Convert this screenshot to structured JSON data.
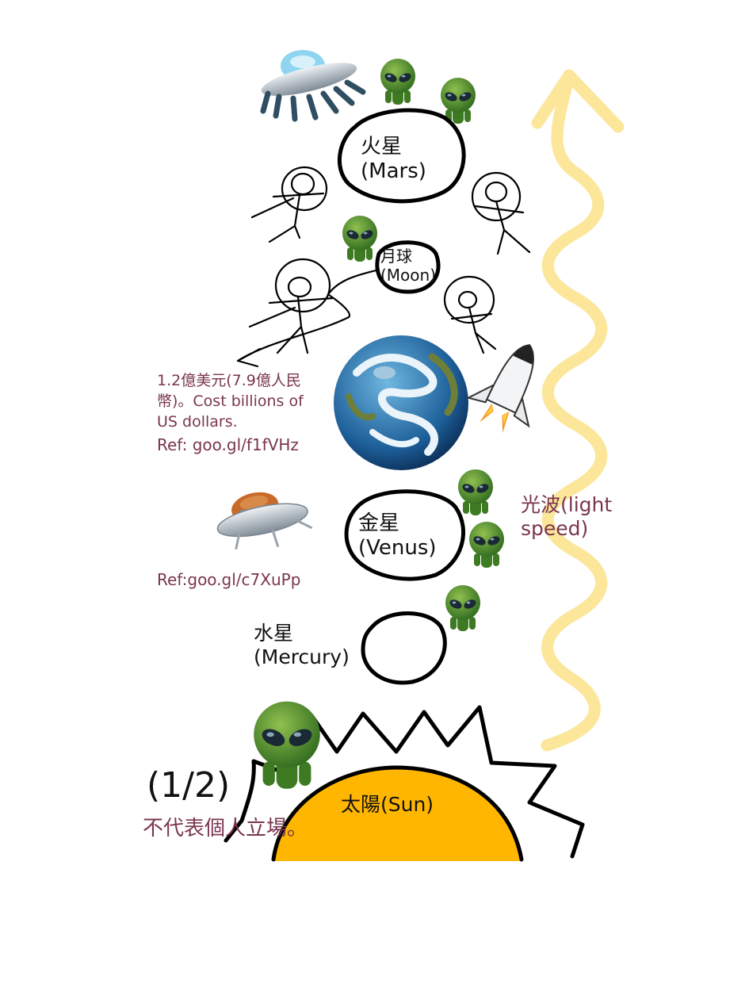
{
  "planets": {
    "mars": {
      "zh": "火星",
      "en": "(Mars)"
    },
    "moon": {
      "zh": "月球",
      "en": "(Moon)"
    },
    "venus": {
      "zh": "金星",
      "en": "(Venus)"
    },
    "mercury": {
      "zh": "水星",
      "en": "(Mercury)"
    },
    "sun": {
      "label": "太陽(Sun)"
    }
  },
  "notes": {
    "cost_line1": "1.2億美元(7.9億人民",
    "cost_line2": "幣)。Cost billions of",
    "cost_line3": "US dollars.",
    "ref1": "Ref: goo.gl/f1fVHz",
    "ref2": "Ref:goo.gl/c7XuPp",
    "light_line1": "光波(light",
    "light_line2": "speed)",
    "page_number": "(1/2)",
    "disclaimer": "不代表個人立場。"
  },
  "colors": {
    "annotation": "#7a3550",
    "sun_fill": "#ffb600",
    "light_wave": "#fbe69a",
    "alien_green": "#4c8a2c"
  },
  "icons": [
    "ufo-icon",
    "alien-icon",
    "stick-figure-icon",
    "earth-icon",
    "space-shuttle-icon",
    "flying-saucer-icon",
    "light-wave-arrow-icon",
    "sun-icon"
  ]
}
